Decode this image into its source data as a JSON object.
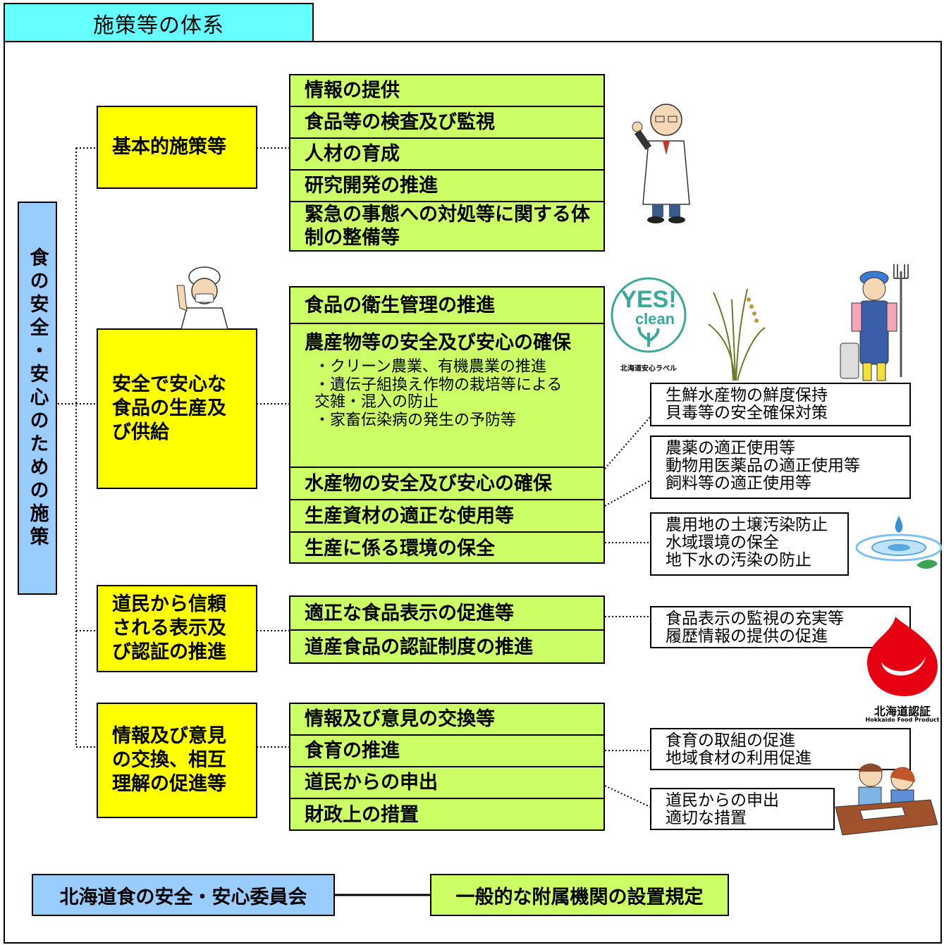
{
  "title": "施策等の体系",
  "main_title": "食の安全・安心のための施策",
  "categories": [
    {
      "label": "基本的施策等",
      "items": [
        "情報の提供",
        "食品等の検査及び監視",
        "人材の育成",
        "研究開発の推進",
        "緊急の事態への対処等に関する体制の整備等"
      ]
    },
    {
      "label": "安全で安心な食品の生産及び供給",
      "items": [
        "食品の衛生管理の推進",
        "農産物等の安全及び安心の確保",
        "水産物の安全及び安心の確保",
        "生産資材の適正な使用等",
        "生産に係る環境の保全"
      ],
      "sub_items": [
        "・クリーン農業、有機農業の推進",
        "・遺伝子組換え作物の栽培等による交雑・混入の防止",
        "・家畜伝染病の発生の予防等"
      ]
    },
    {
      "label": "道民から信頼される表示及び認証の推進",
      "items": [
        "適正な食品表示の促進等",
        "道産食品の認証制度の推進"
      ]
    },
    {
      "label": "情報及び意見の交換、相互理解の促進等",
      "items": [
        "情報及び意見の交換等",
        "食育の推進",
        "道民からの申出",
        "財政上の措置"
      ]
    }
  ],
  "details": [
    {
      "lines": [
        "生鮮水産物の鮮度保持",
        "貝毒等の安全確保対策"
      ]
    },
    {
      "lines": [
        "農薬の適正使用等",
        "動物用医薬品の適正使用等",
        "飼料等の適正使用等"
      ]
    },
    {
      "lines": [
        "農用地の土壌汚染防止",
        "水域環境の保全",
        "地下水の汚染の防止"
      ]
    },
    {
      "lines": [
        "食品表示の監視の充実等",
        "履歴情報の提供の促進"
      ]
    },
    {
      "lines": [
        "食育の取組の促進",
        "地域食材の利用促進"
      ]
    },
    {
      "lines": [
        "道民からの申出",
        "適切な措置"
      ]
    }
  ],
  "logos": {
    "yes_clean": {
      "text1": "YES!",
      "text2": "clean",
      "caption": "北海道安心ラベル"
    },
    "hokkaido_cert": {
      "caption": "北海道認証",
      "sub": "Hokkaido Food Product"
    }
  },
  "bottom": {
    "committee": "北海道食の安全・安心委員会",
    "regulation": "一般的な附属機関の設置規定"
  },
  "colors": {
    "tab": "#66ffff",
    "category": "#ffff00",
    "item": "#ccff66",
    "main": "#99ccff",
    "logo_red": "#e60012",
    "yes_green": "#3aa89a"
  }
}
